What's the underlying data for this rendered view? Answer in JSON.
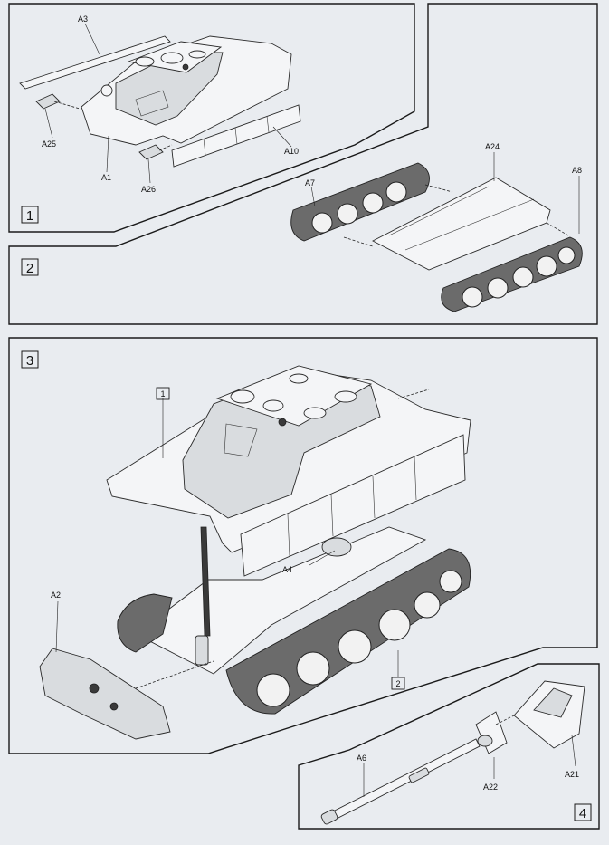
{
  "steps": [
    {
      "number": "1"
    },
    {
      "number": "2"
    },
    {
      "number": "3"
    },
    {
      "number": "4"
    }
  ],
  "step1_labels": {
    "a3": "A3",
    "a25": "A25",
    "a1": "A1",
    "a26": "A26",
    "a10": "A10"
  },
  "step2_labels": {
    "a24": "A24",
    "a7": "A7",
    "a8": "A8"
  },
  "step3_labels": {
    "ref1": "1",
    "a4": "A4",
    "a2": "A2",
    "ref2": "2"
  },
  "step4_labels": {
    "a6": "A6",
    "a22": "A22",
    "a21": "A21"
  }
}
